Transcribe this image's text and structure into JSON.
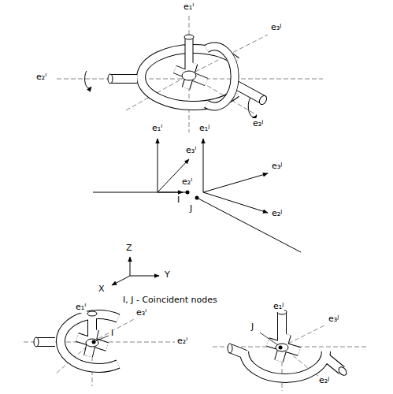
{
  "diagram": {
    "labels": [
      "e₁ᴵ",
      "e₃ᴶ",
      "e₂ᴵ",
      "e₂ᴶ",
      "e₁ᴵ",
      "e₃ᴵ",
      "e₂ᴵ",
      "e₁ᴶ",
      "e₃ᴶ",
      "e₂ᴶ",
      "I",
      "J",
      "Z",
      "Y",
      "X",
      "I, J - Coincident nodes",
      "e₁ᴵ",
      "e₃ᴵ",
      "e₂ᴵ",
      "I",
      "e₁ᴶ",
      "e₃ᴶ",
      "e₂ᴶ",
      "J"
    ]
  }
}
